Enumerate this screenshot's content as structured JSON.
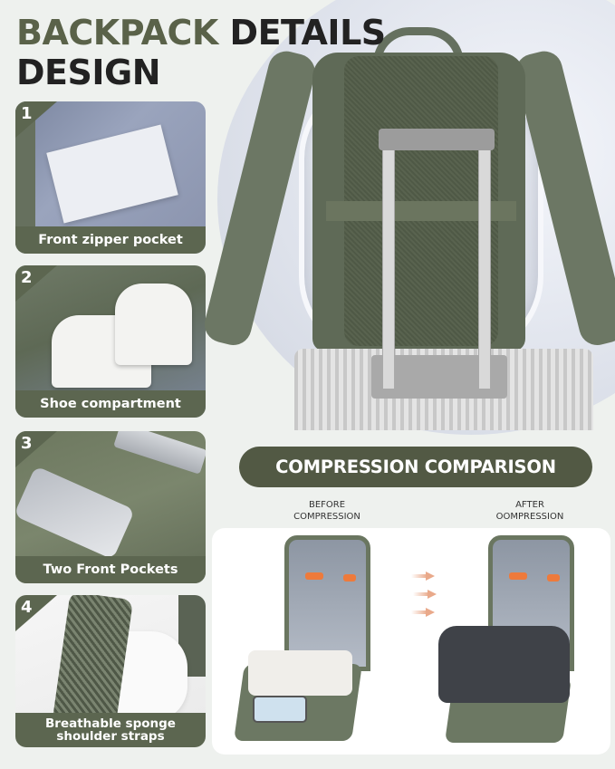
{
  "header": {
    "title_line1_green": "BACKPACK",
    "title_line1_dark": "DETAILS",
    "title_line2": "DESIGN"
  },
  "features": [
    {
      "number": "1",
      "label": "Front zipper pocket",
      "image": "front-zipper-pocket-photo"
    },
    {
      "number": "2",
      "label": "Shoe compartment",
      "image": "shoe-compartment-photo"
    },
    {
      "number": "3",
      "label": "Two Front Pockets",
      "image": "two-front-pockets-photo"
    },
    {
      "number": "4",
      "label_line1": "Breathable sponge",
      "label_line2": "shoulder straps",
      "image": "shoulder-straps-photo"
    }
  ],
  "hero": {
    "image": "backpack-on-suitcase-trolley-photo"
  },
  "comparison": {
    "title": "COMPRESSION COMPARISON",
    "before_line1": "BEFORE",
    "before_line2": "COMPRESSION",
    "after_line1": "AFTER",
    "after_line2": "OOMPRESSION",
    "arrow_icon": "arrow-right-icon"
  },
  "colors": {
    "brand_green": "#5c6650",
    "pill_green": "#525944",
    "title_green": "#5a6249",
    "background": "#eef1ee",
    "arrow": "#e9a98a"
  }
}
